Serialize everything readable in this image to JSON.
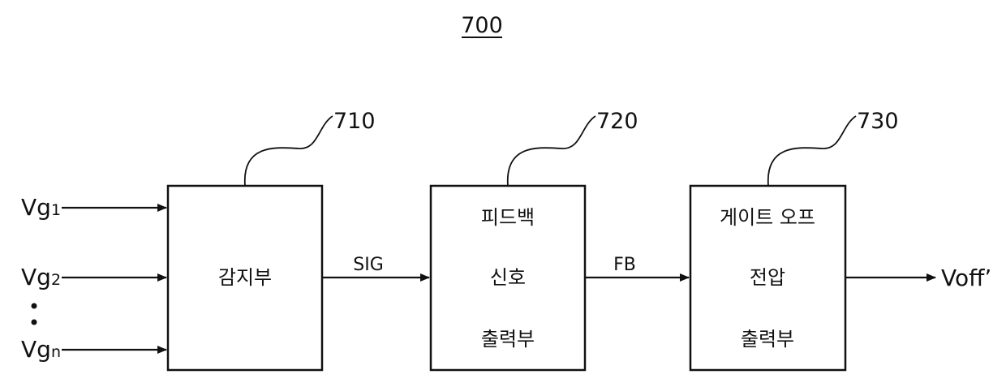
{
  "figure": {
    "number": "700"
  },
  "inputs": [
    {
      "main": "Vg",
      "sub": "1"
    },
    {
      "main": "Vg",
      "sub": "2"
    },
    {
      "main": "Vg",
      "sub": "n"
    }
  ],
  "blocks": [
    {
      "ref": "710",
      "lines": [
        "감지부"
      ]
    },
    {
      "ref": "720",
      "lines": [
        "피드백",
        "신호",
        "출력부"
      ]
    },
    {
      "ref": "730",
      "lines": [
        "게이트 오프",
        "전압",
        "출력부"
      ]
    }
  ],
  "signals": {
    "sig": "SIG",
    "fb": "FB",
    "output": "Voff’"
  }
}
